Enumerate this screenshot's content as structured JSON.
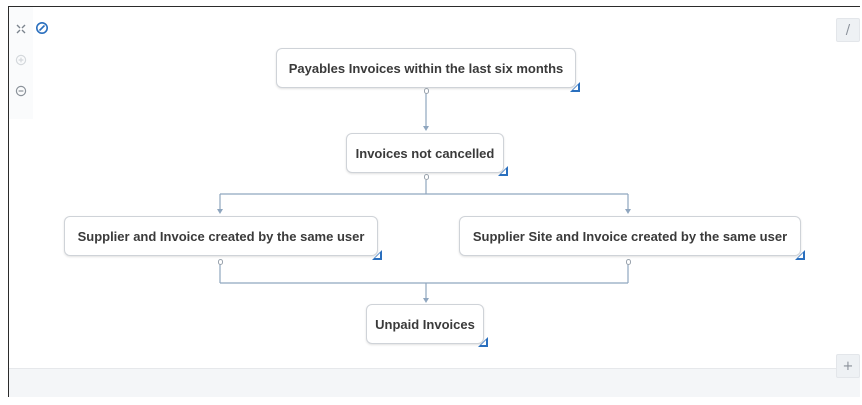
{
  "colors": {
    "connector": "#8fa6bf",
    "node_border": "#cfd3d8",
    "node_text": "#3a3a3a",
    "edit_icon": "#2a6fbe",
    "frame_border": "#2b2b2b"
  },
  "toolbar": {
    "icons": [
      "collapse-icon",
      "zoom-fit-icon",
      "zoom-in-icon",
      "zoom-out-icon"
    ],
    "edit_glyph": "/",
    "add_glyph": "+"
  },
  "flow": {
    "nodes": {
      "payables": {
        "label": "Payables Invoices within the last six months"
      },
      "not_cancelled": {
        "label": "Invoices not cancelled"
      },
      "same_user": {
        "label": "Supplier and Invoice created by the same user"
      },
      "site_same_user": {
        "label": "Supplier Site and Invoice created by the same user"
      },
      "unpaid": {
        "label": "Unpaid Invoices"
      }
    }
  }
}
